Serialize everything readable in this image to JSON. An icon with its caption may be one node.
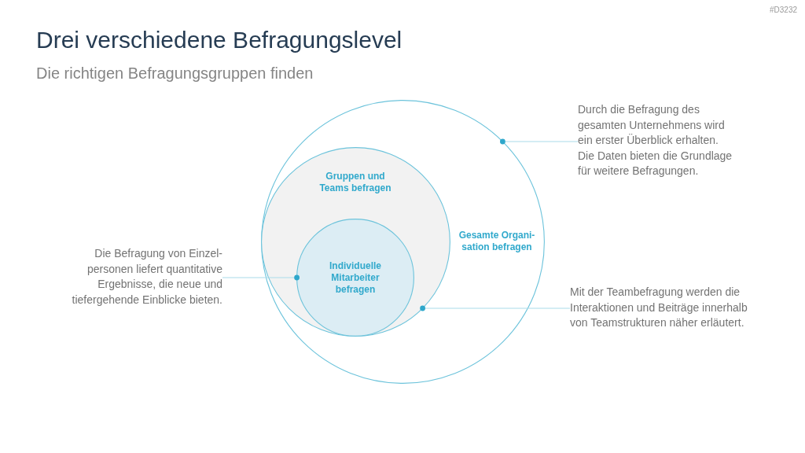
{
  "diagram": {
    "title": "Drei verschiedene Befragungslevel",
    "nodes": [
      {
        "text": [
          "Gesamte Organi- sation befragen"
        ]
      },
      {
        "text": [
          "Gruppen und Teams befragen"
        ],
        "in": 0
      },
      {
        "text": [
          "Individuelle Mitarbeiter befragen"
        ],
        "in": 1
      },
      {
        "text": [
          "Durch die Befragung des gesamten Unternehmens wird ein erster Überblick erhalten. Die Daten bieten die Grundlage für weitere Befragungen."
        ]
      },
      {
        "text": [
          "Die Befragung von Einzel- personen liefert quantitative Ergebnisse, die neue und tiefergehende Einblicke bieten."
        ]
      },
      {
        "text": [
          "Mit der Teambefragung werden die Interaktionen und Beiträge innerhalb von Teamstrukturen näher erläutert."
        ]
      }
    ],
    "edges": [
      {
        "from": 3,
        "to": 0,
        "arrow": "other"
      },
      {
        "from": 4,
        "to": 2,
        "arrow": "other"
      },
      {
        "from": 5,
        "to": 1,
        "arrow": "other"
      }
    ],
    "labels": [
      "#D3232",
      "Die richtigen Befragungsgruppen finden"
    ]
  }
}
